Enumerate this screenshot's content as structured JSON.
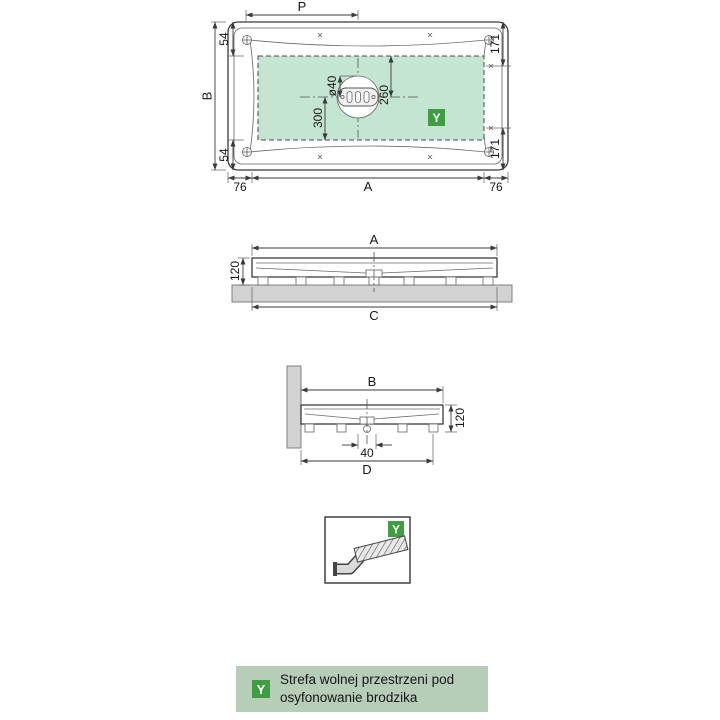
{
  "colors": {
    "accent": "#3f9e41",
    "zone_fill": "#c3e5d1",
    "legend_bg": "#b6cdb8",
    "slab_fill": "#d2d2d2"
  },
  "top_view": {
    "dim_p": "P",
    "dim_b": "B",
    "dim_a": "A",
    "dim_54": "54",
    "dim_171": "171",
    "dim_76": "76",
    "dim_diameter": "ø40",
    "dim_300": "300",
    "dim_260": "260",
    "zone_label": "Y"
  },
  "front_view": {
    "dim_a": "A",
    "dim_120": "120",
    "dim_c": "C"
  },
  "side_view": {
    "dim_b": "B",
    "dim_120": "120",
    "dim_40": "40",
    "dim_d": "D"
  },
  "detail_box": {
    "zone_label": "Y"
  },
  "legend": {
    "zone_label": "Y",
    "line1": "Strefa wolnej przestrzeni pod",
    "line2": "osyfonowanie brodzika"
  }
}
